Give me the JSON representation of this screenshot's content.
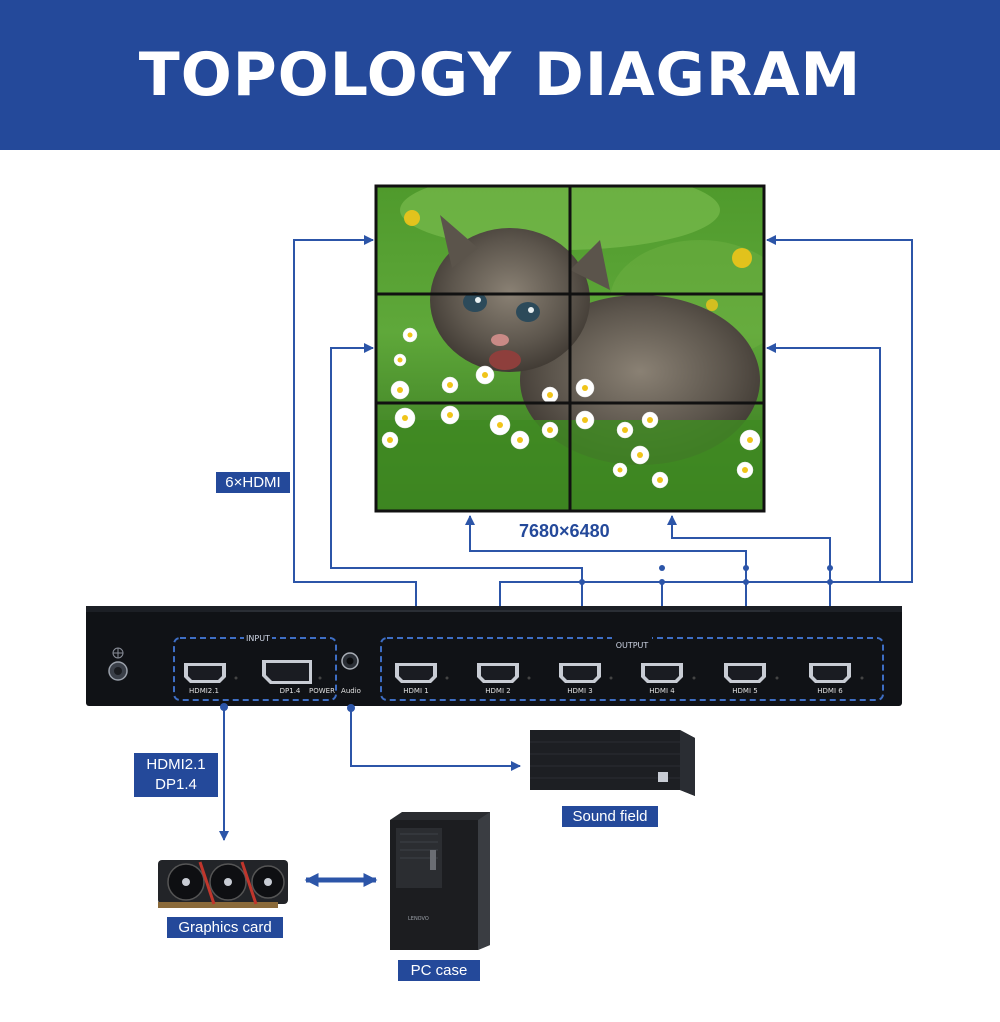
{
  "header": {
    "title": "TOPOLOGY DIAGRAM"
  },
  "video_wall": {
    "resolution": "7680×6480"
  },
  "labels": {
    "hdmi_count": "6×HDMI",
    "input_types_line1": "HDMI2.1",
    "input_types_line2": "DP1.4",
    "sound": "Sound field",
    "gpu": "Graphics card",
    "pc": "PC case"
  },
  "device": {
    "input_group": "INPUT",
    "output_group": "OUTPUT",
    "input_ports": [
      "HDMI2.1",
      "DP1.4"
    ],
    "power_label": "POWER",
    "audio_label": "Audio",
    "output_ports": [
      "HDMI 1",
      "HDMI 2",
      "HDMI 3",
      "HDMI 4",
      "HDMI 5",
      "HDMI 6"
    ],
    "pc_brand": "LENOVO"
  },
  "colors": {
    "brand_blue": "#24499a",
    "line_blue": "#2c55a8",
    "device_black": "#101216"
  }
}
